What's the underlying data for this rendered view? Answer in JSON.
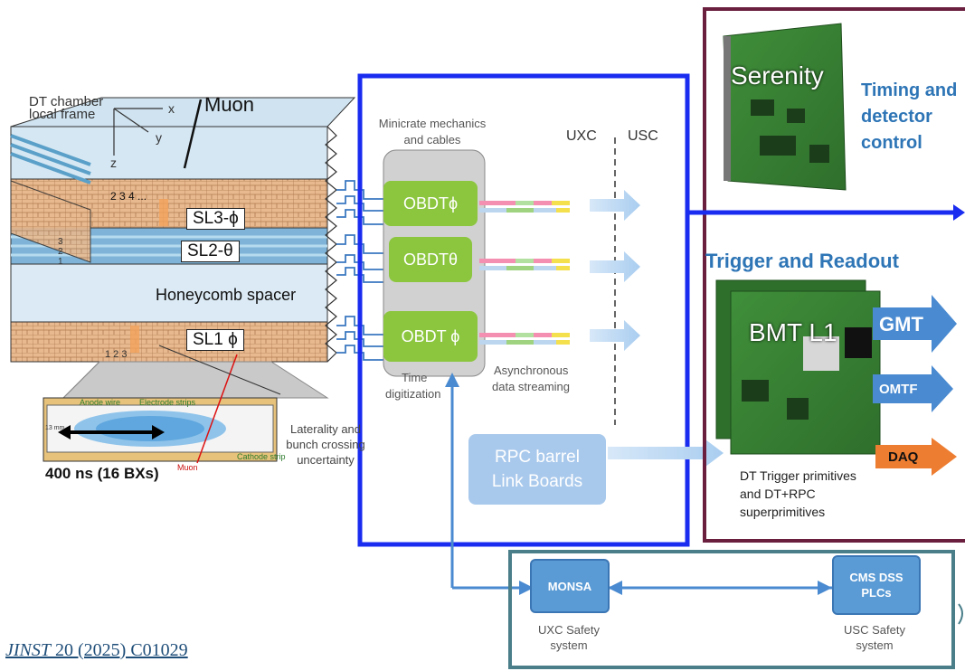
{
  "chamber": {
    "frame_label_1": "DT chamber",
    "frame_label_2": "local frame",
    "axis_x": "x",
    "axis_y": "y",
    "axis_z": "z",
    "muon_label": "Muon",
    "cell_numbers": "2  3  4  ...",
    "cell_numbers_side": "3\n2\n1",
    "sl3_label": "SL3-ϕ",
    "sl2_label": "SL2-θ",
    "sl1_label": "SL1 ϕ",
    "honeycomb_label": "Honeycomb spacer",
    "small_row_numbers": "1 2 3"
  },
  "cell_inset": {
    "anode_label": "Anode wire",
    "electrode_label": "Electrode strips",
    "cathode_label": "Cathode strip",
    "muon_label": "Muon",
    "height_label": "13 mm",
    "timing_label": "400 ns (16 BXs)",
    "uncertainty_label": "Laterality and bunch crossing uncertainty"
  },
  "minicrate": {
    "mechanics_label": "Minicrate mechanics and cables",
    "uxc_label": "UXC",
    "usc_label": "USC",
    "obdt_1": "OBDTϕ",
    "obdt_2": "OBDTθ",
    "obdt_3": "OBDT ϕ",
    "time_label_1": "Time",
    "time_label_2": "digitization",
    "stream_label_1": "Asynchronous",
    "stream_label_2": "data streaming",
    "rpc_line_1": "RPC barrel",
    "rpc_line_2": "Link Boards"
  },
  "serenity": {
    "board_label": "Serenity",
    "timing_line_1": "Timing and",
    "timing_line_2": "detector",
    "timing_line_3": "control"
  },
  "trigger": {
    "title": "Trigger and Readout",
    "board_label": "BMT L1",
    "output_gmt": "GMT",
    "output_omtf": "OMTF",
    "output_daq": "DAQ",
    "desc_line_1": "DT Trigger primitives",
    "desc_line_2": "and DT+RPC",
    "desc_line_3": "superprimitives"
  },
  "safety": {
    "monsa_label": "MONSA",
    "dss_line_1": "CMS DSS",
    "dss_line_2": "PLCs",
    "uxc_line_1": "UXC Safety",
    "uxc_line_2": "system",
    "usc_line_1": "USC Safety",
    "usc_line_2": "system"
  },
  "citation": {
    "journal": "JINST",
    "rest": " 20 (2025) C01029"
  },
  "colors": {
    "blue_frame": "#1a2cf0",
    "purple_frame": "#6b1f3f",
    "teal_frame": "#4a7f8a",
    "obdt_green": "#8cc63f",
    "arrow_blue": "#3f80c8",
    "daq_orange": "#ed7d31"
  }
}
